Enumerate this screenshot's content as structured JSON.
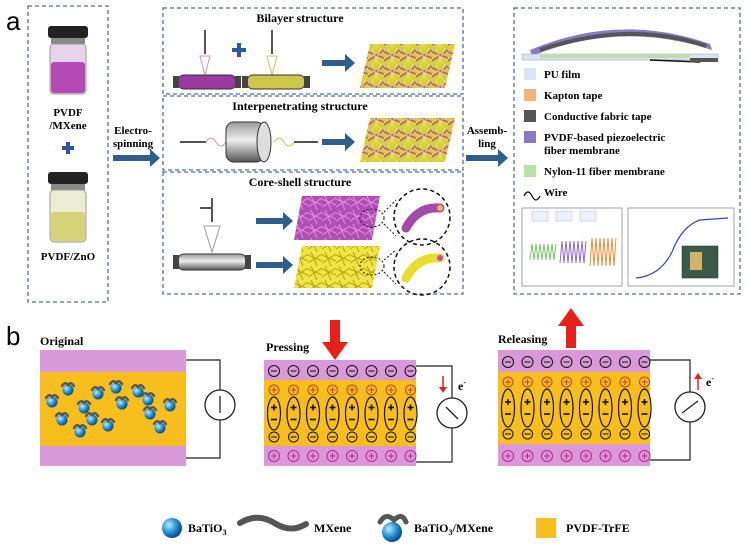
{
  "panel_a": {
    "label": "a",
    "vial_top": "PVDF\n/MXene",
    "vial_bottom": "PVDF/ZnO",
    "plus": "+",
    "electrospinning": [
      "Electro-",
      "spinning"
    ],
    "bilayer": "Bilayer structure",
    "interpenetrating": "Interpenetrating  structure",
    "coreshell": "Core-shell structure",
    "assembling": [
      "Assemb-",
      "ling"
    ],
    "legend": [
      {
        "text": "PU film",
        "color": "#d9e4f5"
      },
      {
        "text": "Kapton tape",
        "color": "#f3b27a"
      },
      {
        "text": "Conductive fabric tape",
        "color": "#555555"
      },
      {
        "text": "PVDF-based piezoelectric",
        "text2": "fiber membrane",
        "color": "#8a78c8"
      },
      {
        "text": "Nylon-11 fiber membrane",
        "color": "#b9e0a5"
      },
      {
        "text": "Wire",
        "color": "#000000",
        "icon": "wire-icon"
      }
    ]
  },
  "panel_b": {
    "label": "b",
    "original": "Original",
    "pressing": "Pressing",
    "releasing": "Releasing",
    "electron": "e",
    "electron_sup": "-"
  },
  "legend_bottom": [
    {
      "text": "BaTiO",
      "sub": "3",
      "icon": "batio3-sphere-icon"
    },
    {
      "text": "MXene",
      "icon": "mxene-sheet-icon"
    },
    {
      "text": "BaTiO",
      "sub": "3",
      "tail": "/MXene",
      "icon": "batio3-mxene-icon"
    },
    {
      "text": "PVDF-TrFE",
      "icon": "pvdf-trfe-square-icon"
    }
  ],
  "colors": {
    "dash_border": "#4a6fa5",
    "arrow_blue": "#2e5e8c",
    "pink": "#d999d9",
    "yellow": "#f7be1d",
    "red_arrow": "#e8201a"
  }
}
